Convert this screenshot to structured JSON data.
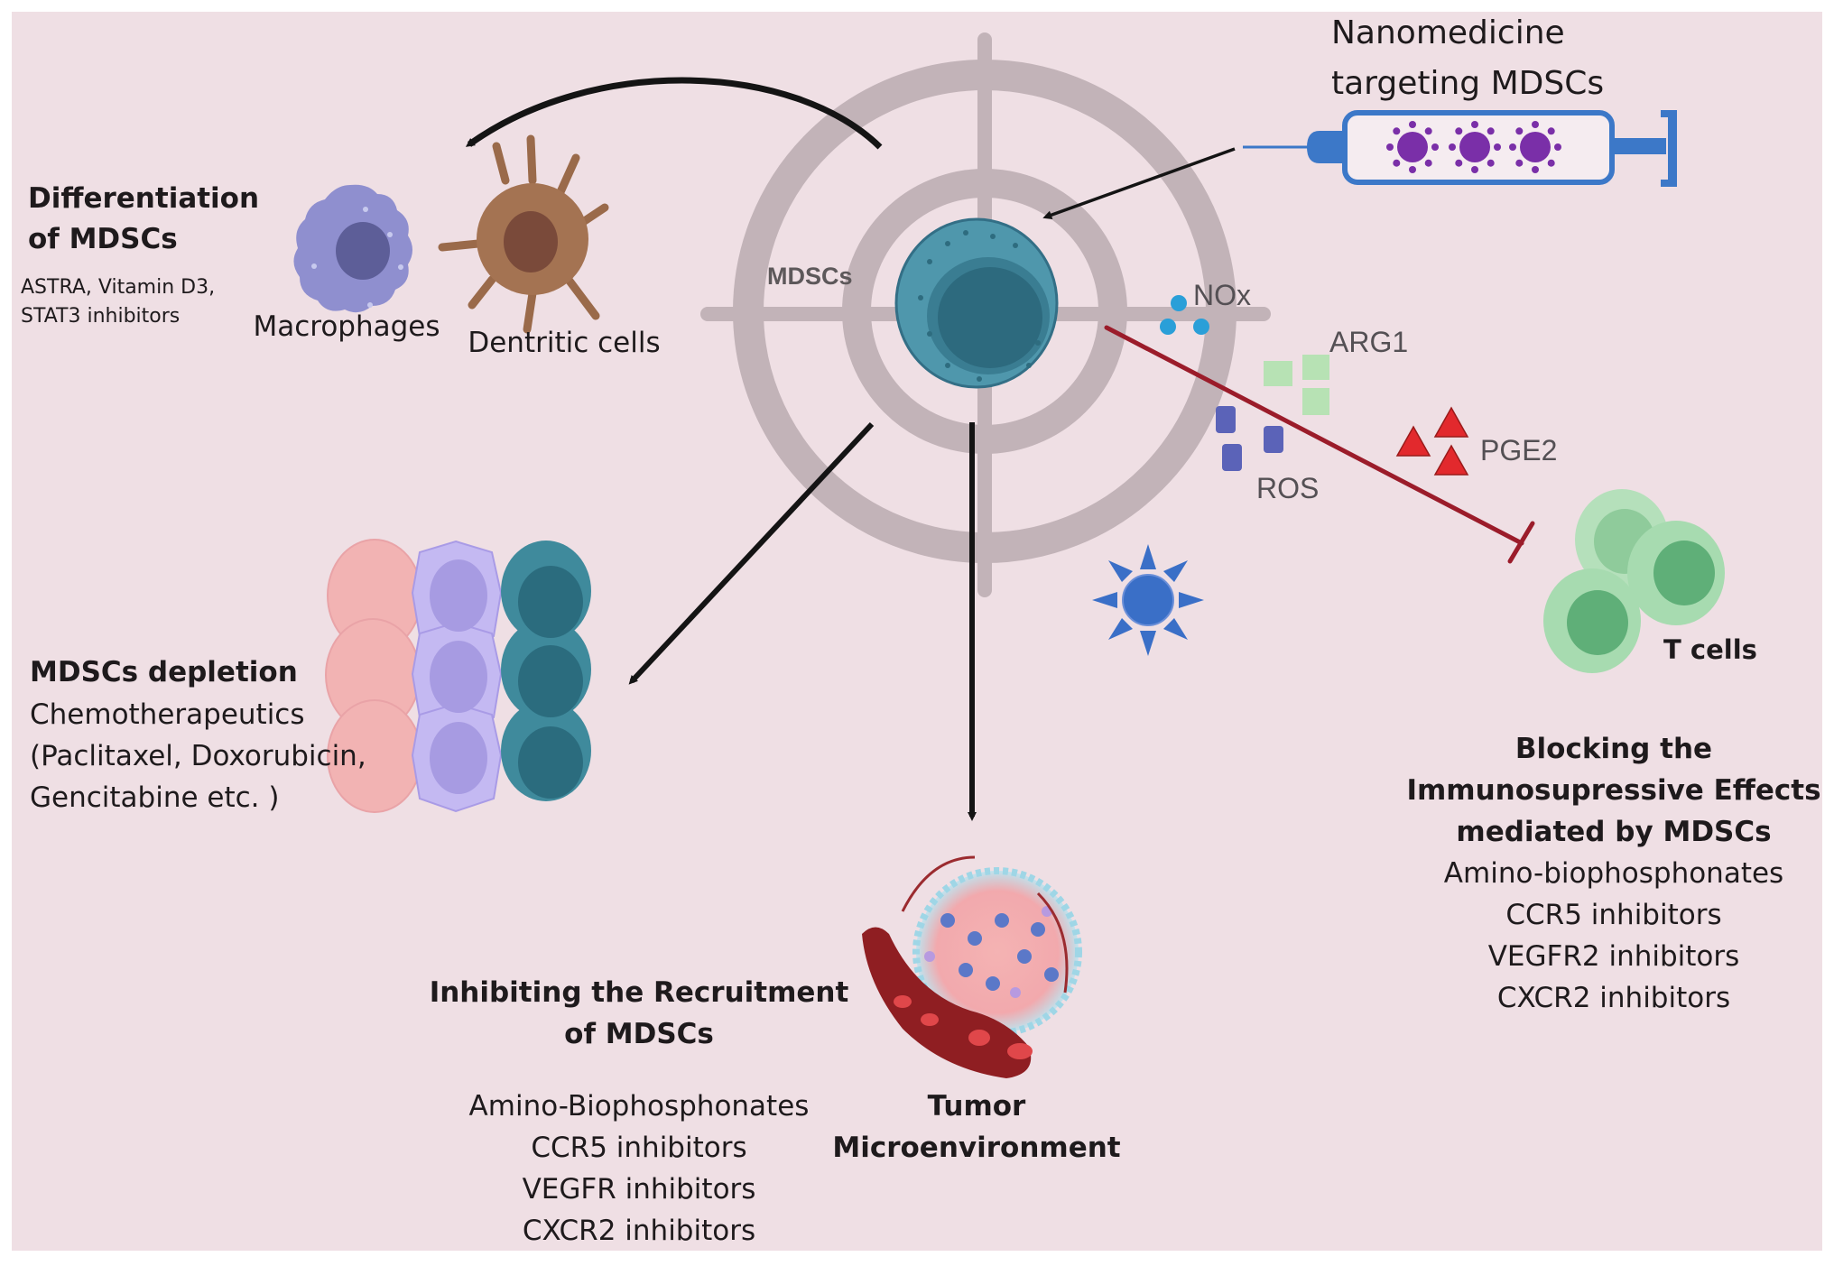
{
  "figure": {
    "background_color": "#efdfe4",
    "accent_colors": {
      "mdsc_teal": "#4a8ea3",
      "inhibition_red": "#9b1c2a",
      "syringe_blue": "#3c78c8",
      "nanoparticle_purple": "#7a2fa8",
      "t_cell_green": "#9fd4a6"
    }
  },
  "center": {
    "cell_label": "MDSCs"
  },
  "nanomedicine": {
    "title_line1": "Nanomedicine",
    "title_line2": "targeting MDSCs"
  },
  "differentiation": {
    "title_line1": "Differentiation",
    "title_line2": "of MDSCs",
    "agents_line1": "ASTRA, Vitamin D3,",
    "agents_line2": "STAT3 inhibitors",
    "cell_labels": [
      "Macrophages",
      "Dentritic cells"
    ]
  },
  "molecules": {
    "nox": "NOx",
    "arg1": "ARG1",
    "ros": "ROS",
    "pge2": "PGE2"
  },
  "t_cells": {
    "label": "T cells"
  },
  "depletion": {
    "title": "MDSCs depletion",
    "lines": [
      "Chemotherapeutics",
      "(Paclitaxel, Doxorubicin,",
      "Gencitabine etc. )"
    ]
  },
  "tumor": {
    "label_line1": "Tumor",
    "label_line2": "Microenvironment"
  },
  "recruitment": {
    "title_line1": "Inhibiting the Recruitment",
    "title_line2": "of MDSCs",
    "agents": [
      "Amino-Biophosphonates",
      "CCR5 inhibitors",
      "VEGFR inhibitors",
      "CXCR2 inhibitors"
    ]
  },
  "blocking": {
    "title_lines": [
      "Blocking the",
      "Immunosupressive Effects",
      "mediated by MDSCs"
    ],
    "agents": [
      "Amino-biophosphonates",
      "CCR5 inhibitors",
      "VEGFR2 inhibitors",
      "CXCR2 inhibitors"
    ]
  }
}
